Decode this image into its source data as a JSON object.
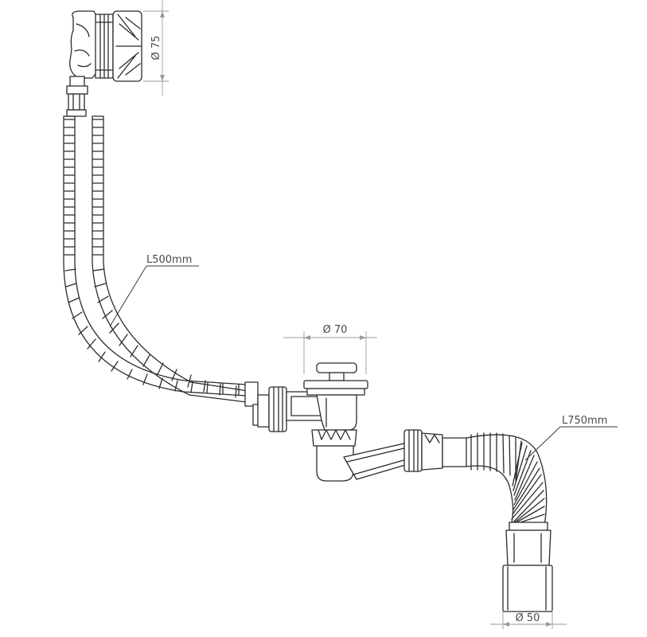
{
  "labels": {
    "overflow_diameter": "Ø 75",
    "waste_diameter": "Ø 70",
    "outlet_diameter": "Ø 50",
    "overflow_hose_length": "L500mm",
    "flexi_hose_length": "L750mm"
  }
}
